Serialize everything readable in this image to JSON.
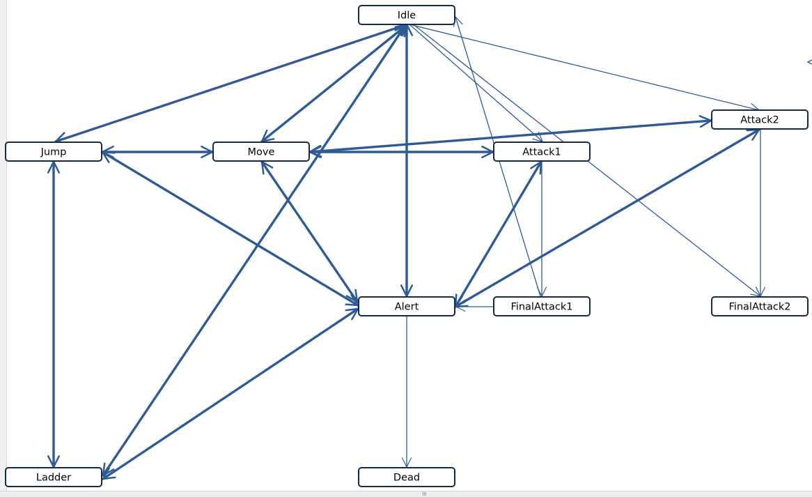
{
  "diagram": {
    "type": "state-machine",
    "colors": {
      "edge": "#2e5a96",
      "node_border": "#172a3e",
      "node_fill": "#ffffff",
      "canvas": "#ffffff"
    },
    "nodes": [
      {
        "id": "idle",
        "label": "Idle"
      },
      {
        "id": "jump",
        "label": "Jump"
      },
      {
        "id": "move",
        "label": "Move"
      },
      {
        "id": "attack1",
        "label": "Attack1"
      },
      {
        "id": "attack2",
        "label": "Attack2"
      },
      {
        "id": "alert",
        "label": "Alert"
      },
      {
        "id": "finalattack1",
        "label": "FinalAttack1"
      },
      {
        "id": "finalattack2",
        "label": "FinalAttack2"
      },
      {
        "id": "ladder",
        "label": "Ladder"
      },
      {
        "id": "dead",
        "label": "Dead"
      }
    ],
    "edges": [
      {
        "from": "idle",
        "to": "jump",
        "bidirectional": true,
        "weight": "thick"
      },
      {
        "from": "idle",
        "to": "move",
        "bidirectional": true,
        "weight": "thick"
      },
      {
        "from": "idle",
        "to": "alert",
        "bidirectional": true,
        "weight": "thick"
      },
      {
        "from": "idle",
        "to": "ladder",
        "bidirectional": true,
        "weight": "thick"
      },
      {
        "from": "idle",
        "to": "attack1",
        "bidirectional": false,
        "weight": "thin"
      },
      {
        "from": "idle",
        "to": "attack2",
        "bidirectional": false,
        "weight": "thin"
      },
      {
        "from": "idle",
        "to": "finalattack2",
        "bidirectional": false,
        "weight": "thin"
      },
      {
        "from": "finalattack1",
        "to": "idle",
        "bidirectional": false,
        "weight": "thin"
      },
      {
        "from": "jump",
        "to": "move",
        "bidirectional": true,
        "weight": "thick"
      },
      {
        "from": "jump",
        "to": "alert",
        "bidirectional": true,
        "weight": "thick"
      },
      {
        "from": "jump",
        "to": "ladder",
        "bidirectional": true,
        "weight": "thick"
      },
      {
        "from": "move",
        "to": "attack1",
        "bidirectional": true,
        "weight": "thick"
      },
      {
        "from": "move",
        "to": "attack2",
        "bidirectional": true,
        "weight": "thick"
      },
      {
        "from": "move",
        "to": "alert",
        "bidirectional": true,
        "weight": "thick"
      },
      {
        "from": "alert",
        "to": "attack1",
        "bidirectional": true,
        "weight": "thick"
      },
      {
        "from": "alert",
        "to": "attack2",
        "bidirectional": true,
        "weight": "thick"
      },
      {
        "from": "alert",
        "to": "ladder",
        "bidirectional": true,
        "weight": "thick"
      },
      {
        "from": "alert",
        "to": "dead",
        "bidirectional": false,
        "weight": "thin"
      },
      {
        "from": "attack1",
        "to": "finalattack1",
        "bidirectional": false,
        "weight": "thin"
      },
      {
        "from": "attack2",
        "to": "finalattack2",
        "bidirectional": false,
        "weight": "thin"
      },
      {
        "from": "finalattack1",
        "to": "alert",
        "bidirectional": false,
        "weight": "thin"
      }
    ]
  }
}
